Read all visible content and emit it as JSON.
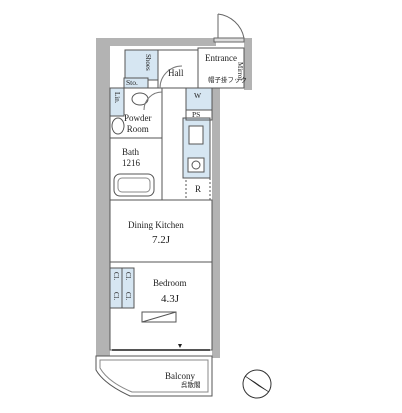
{
  "rooms": {
    "entrance": "Entrance",
    "mirror": "Mirror",
    "shoes_box": "Shoes",
    "hall": "Hall",
    "linen": "Lin.",
    "storage": "Sto.",
    "washer": "W",
    "ps": "PS",
    "refrigerator": "R",
    "powder_room": "Powder\nRoom",
    "bath": "Bath",
    "bath_size": "1216",
    "dining_kitchen": "Dining Kitchen",
    "dining_kitchen_size": "7.2J",
    "bedroom": "Bedroom",
    "bedroom_size": "4.3J",
    "closet_1": "Cl.",
    "closet_2": "Cl.",
    "closet_3": "Cl.",
    "closet_4": "Cl.",
    "balcony": "Balcony",
    "hat_hook": "帽子掛フック",
    "aircon_unit": "呉散閣"
  },
  "compass": {
    "icon": "north-arrow-icon"
  },
  "colors": {
    "wall": "#a9a9a9",
    "line": "#555555",
    "storage_blue": "#cfe3f2",
    "door_line": "#666666"
  }
}
